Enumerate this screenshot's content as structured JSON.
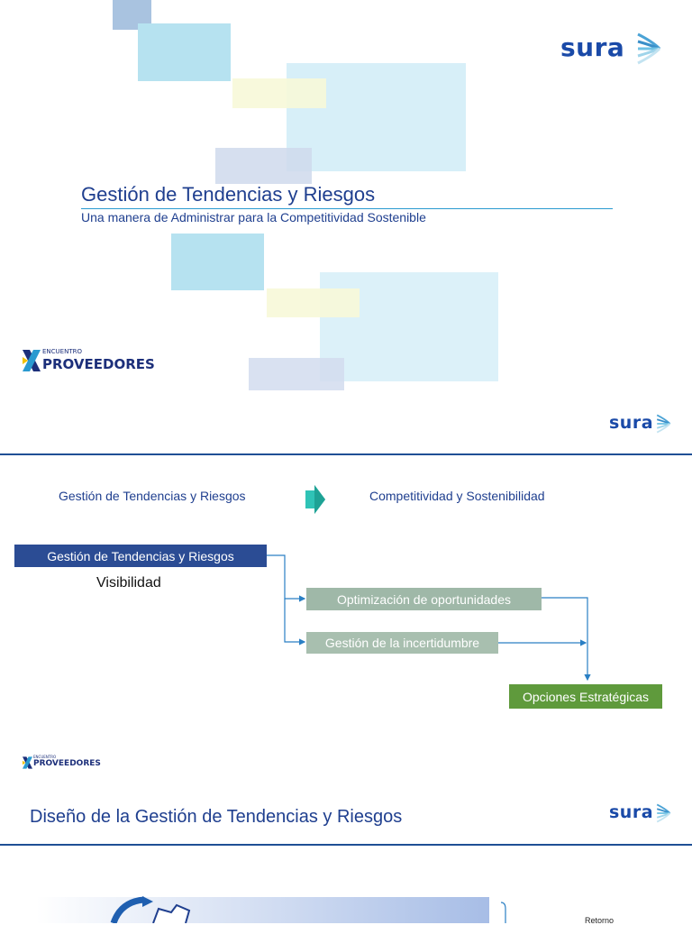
{
  "slide1": {
    "title": "Gestión de Tendencias y Riesgos",
    "subtitle": "Una manera de Administrar para la Competitividad Sostenible",
    "logo_sura": "sura",
    "encuentro": "ENCUENTRO",
    "proveedores": "PROVEEDORES"
  },
  "slide2": {
    "logo_sura": "sura",
    "header_left": "Gestión de Tendencias y Riesgos",
    "header_right": "Competitividad y Sostenibilidad",
    "main_box": "Gestión de Tendencias y Riesgos",
    "visibilidad": "Visibilidad",
    "box_optimizacion": "Optimización de oportunidades",
    "box_incertidumbre": "Gestión de la incertidumbre",
    "box_opciones": "Opciones Estratégicas",
    "encuentro": "ENCUENTRO",
    "proveedores": "PROVEEDORES"
  },
  "slide3": {
    "title": "Diseño de la Gestión de Tendencias y Riesgos",
    "logo_sura": "sura",
    "retorno": "Retorno"
  },
  "colors": {
    "primary_blue": "#1f3f8f",
    "accent_cyan": "#2a9ad0",
    "box_navy": "#2b4c94",
    "box_gray_green": "#9fb8a8",
    "box_green": "#5f9a3c"
  }
}
